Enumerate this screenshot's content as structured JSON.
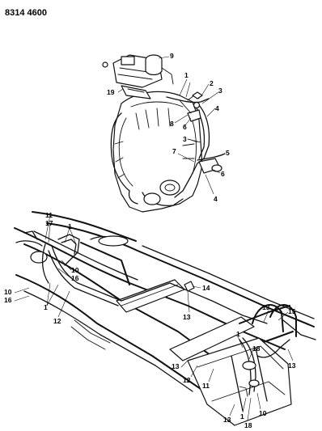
{
  "header": {
    "code": "8314 4600"
  },
  "callouts": [
    {
      "id": "c9a",
      "label": "9"
    },
    {
      "id": "c19",
      "label": "19"
    },
    {
      "id": "c1a",
      "label": "1"
    },
    {
      "id": "c2a",
      "label": "2"
    },
    {
      "id": "c3a",
      "label": "3"
    },
    {
      "id": "c8a",
      "label": "8"
    },
    {
      "id": "c6a",
      "label": "6"
    },
    {
      "id": "c4a",
      "label": "4"
    },
    {
      "id": "c3b",
      "label": "3"
    },
    {
      "id": "c7a",
      "label": "7"
    },
    {
      "id": "c5a",
      "label": "5"
    },
    {
      "id": "c6b",
      "label": "6"
    },
    {
      "id": "c4b",
      "label": "4"
    },
    {
      "id": "c11a",
      "label": "11"
    },
    {
      "id": "c17a",
      "label": "17"
    },
    {
      "id": "c1b",
      "label": "1"
    },
    {
      "id": "c10a",
      "label": "10"
    },
    {
      "id": "c16a",
      "label": "16"
    },
    {
      "id": "c10b",
      "label": "10"
    },
    {
      "id": "c16b",
      "label": "16"
    },
    {
      "id": "c1c",
      "label": "1"
    },
    {
      "id": "c12a",
      "label": "12"
    },
    {
      "id": "c14a",
      "label": "14"
    },
    {
      "id": "c13a",
      "label": "13"
    },
    {
      "id": "c13b",
      "label": "13"
    },
    {
      "id": "c15a",
      "label": "15"
    },
    {
      "id": "c1d",
      "label": "1"
    },
    {
      "id": "c18a",
      "label": "18"
    },
    {
      "id": "c13c",
      "label": "13"
    },
    {
      "id": "c13d",
      "label": "13"
    },
    {
      "id": "c12b",
      "label": "12"
    },
    {
      "id": "c11b",
      "label": "11"
    },
    {
      "id": "c13e",
      "label": "13"
    },
    {
      "id": "c1e",
      "label": "1"
    },
    {
      "id": "c18b",
      "label": "18"
    },
    {
      "id": "c10c",
      "label": "10"
    }
  ]
}
